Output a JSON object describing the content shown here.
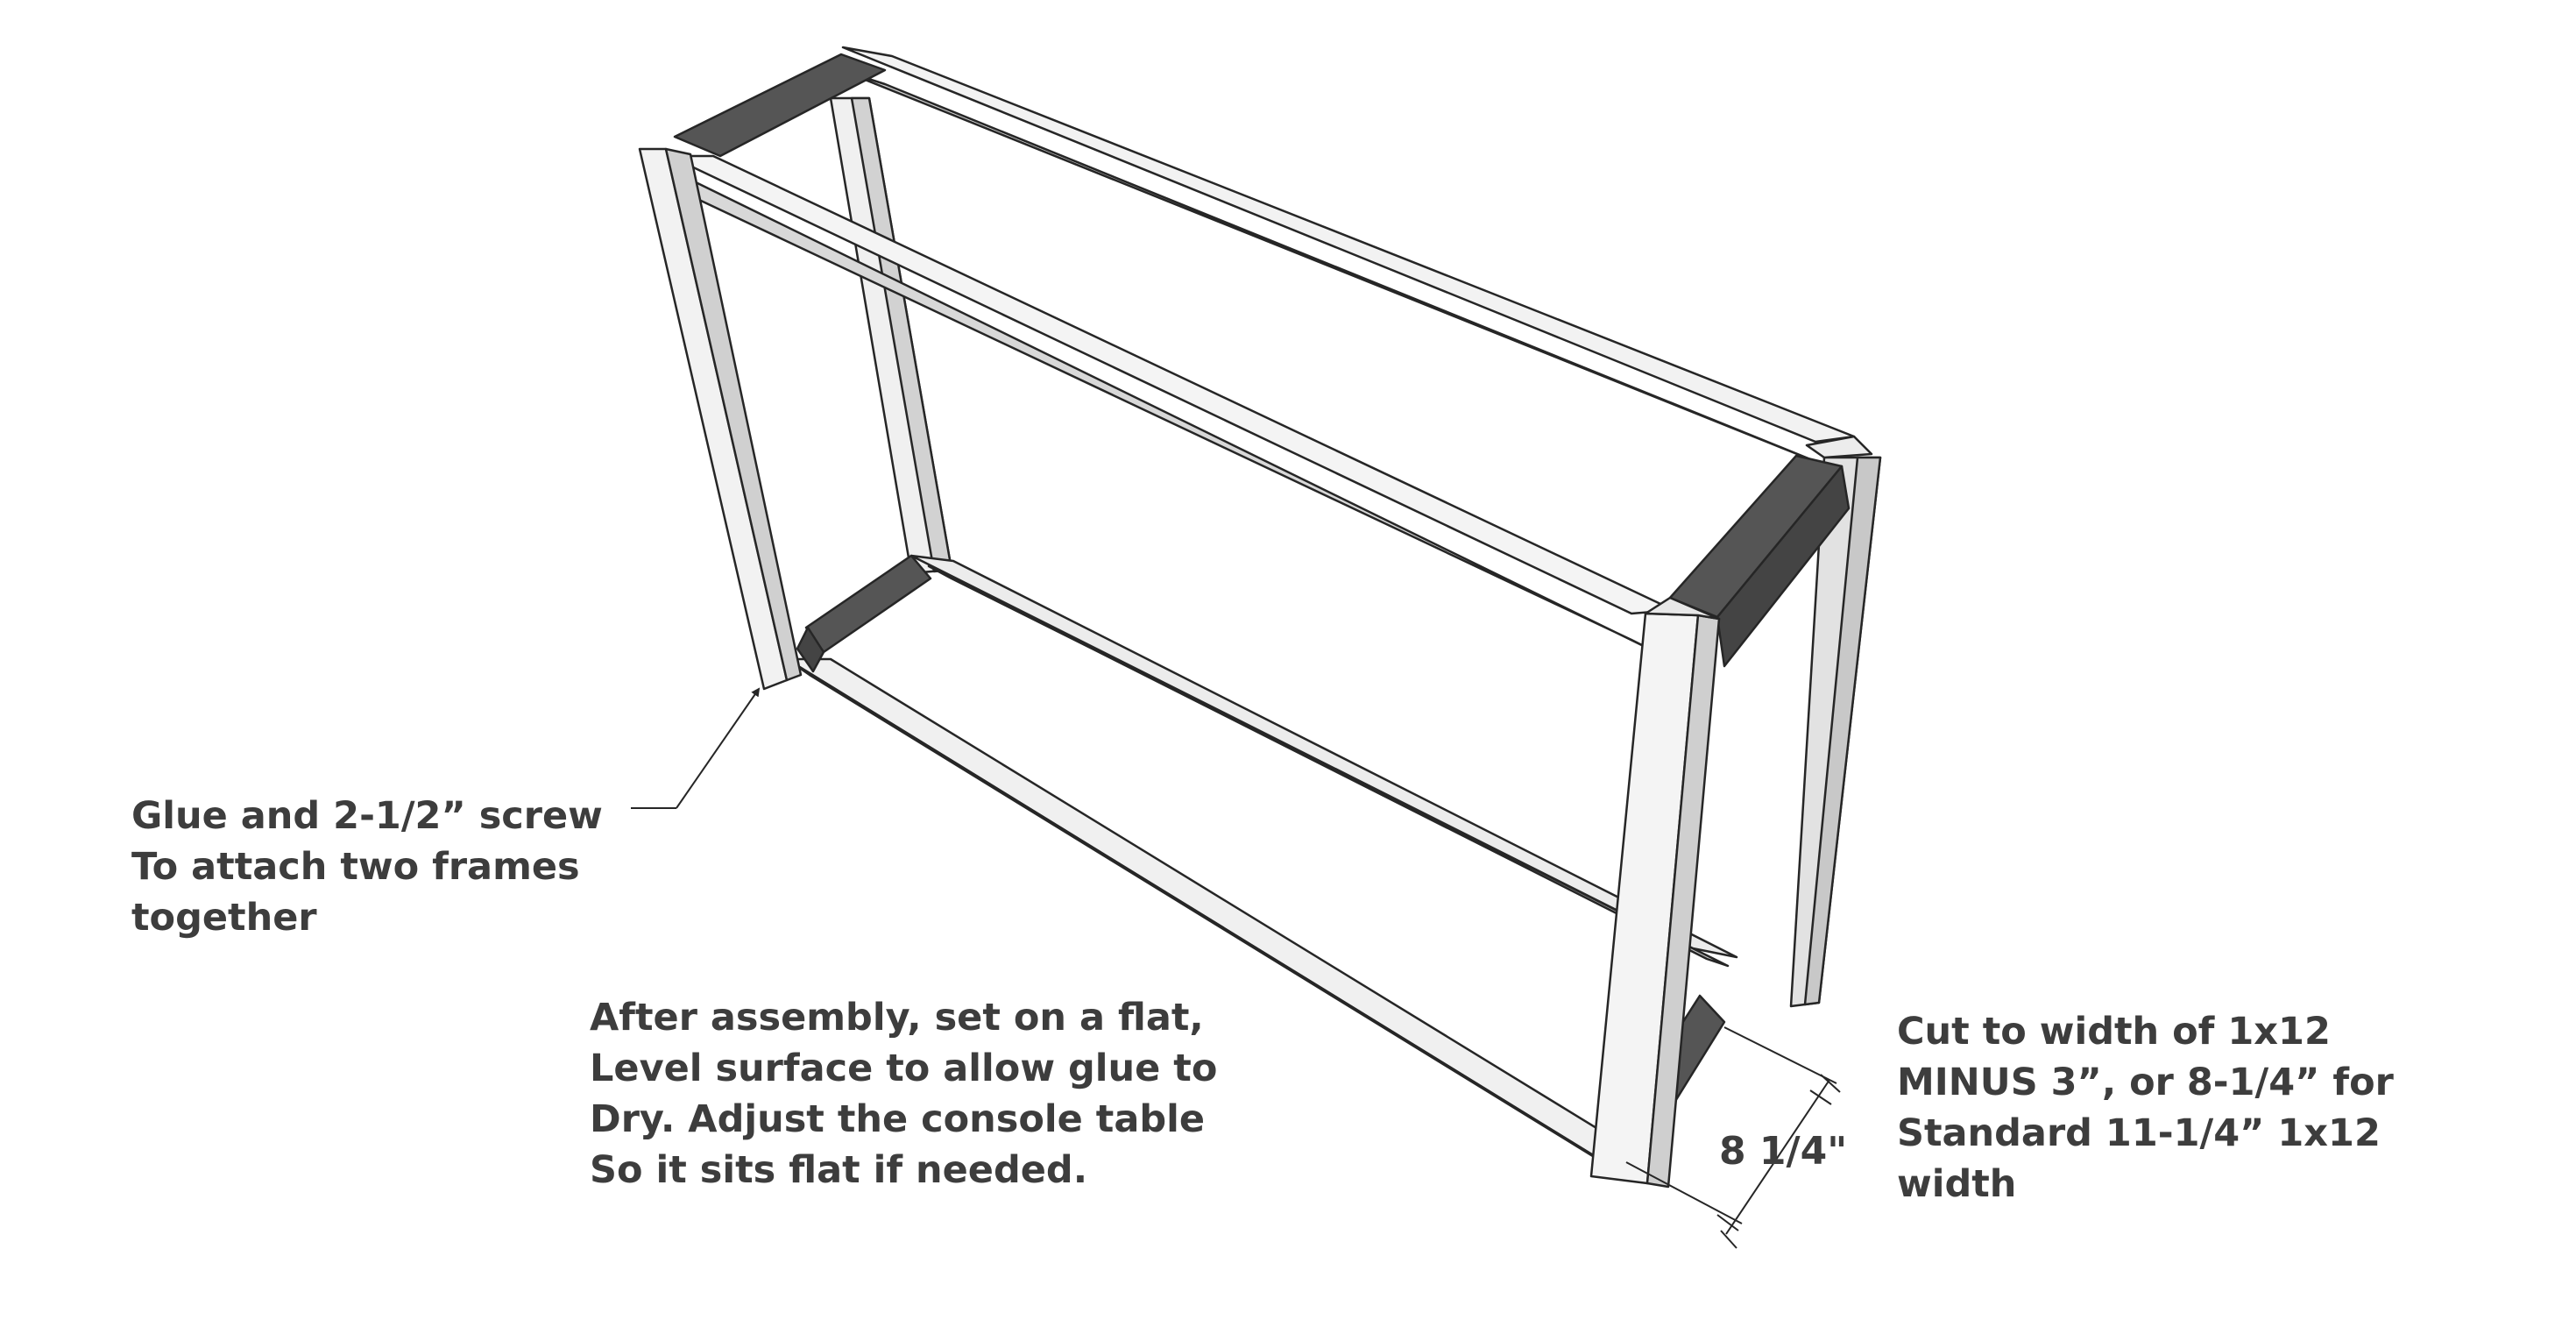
{
  "notes": {
    "glue": [
      "Glue and 2-1/2” screw",
      "To attach two frames",
      "together"
    ],
    "assembly": [
      "After assembly, set on a flat,",
      "Level surface to allow glue to",
      "Dry.  Adjust the console table",
      "So it sits flat if needed."
    ],
    "cut": [
      "Cut to width of 1x12",
      "MINUS 3”, or 8-1/4” for",
      "Standard 11-1/4” 1x12",
      "width"
    ]
  },
  "dimension": {
    "label": "8 1/4\""
  },
  "colors": {
    "wood_light": "#f2f2f2",
    "wood_mid": "#dcdcdc",
    "wood_shade": "#c4c4c4",
    "end_grain": "#555555",
    "outline": "#262626",
    "text": "#3d3d3d"
  }
}
